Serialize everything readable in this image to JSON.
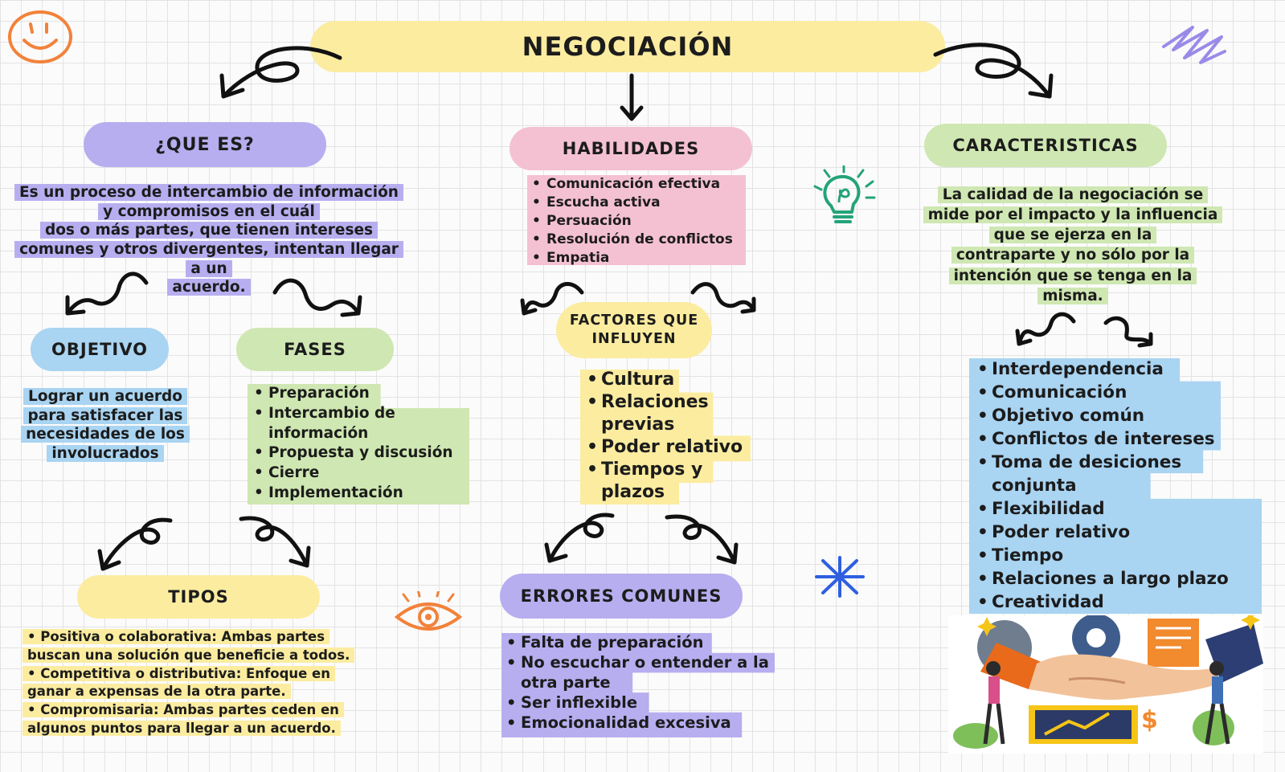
{
  "title": "NEGOCIACIÓN",
  "que_es": {
    "heading": "¿QUE ES?",
    "lines": [
      "Es un proceso de intercambio de información",
      "y compromisos en el cuál",
      "dos o más partes, que tienen intereses",
      "comunes y otros divergentes, intentan llegar",
      "a un",
      "acuerdo."
    ]
  },
  "objetivo": {
    "heading": "OBJETIVO",
    "lines": [
      "Lograr un acuerdo",
      "para satisfacer las",
      "necesidades de los",
      "involucrados"
    ]
  },
  "fases": {
    "heading": "FASES",
    "items": [
      [
        "Preparación"
      ],
      [
        "Intercambio de",
        "información"
      ],
      [
        "Propuesta y discusión"
      ],
      [
        "Cierre"
      ],
      [
        "Implementación"
      ]
    ]
  },
  "tipos": {
    "heading": "TIPOS",
    "lines": [
      "• Positiva o colaborativa: Ambas partes",
      "buscan una solución que beneficie a todos.",
      "• Competitiva o distributiva: Enfoque en",
      "ganar a expensas de la otra parte.",
      "• Compromisaria: Ambas partes ceden en",
      "algunos puntos para llegar a un acuerdo."
    ]
  },
  "habilidades": {
    "heading": "HABILIDADES",
    "items": [
      "Comunicación efectiva",
      "Escucha activa",
      "Persuación",
      "Resolución de conflictos",
      "Empatia"
    ]
  },
  "factores": {
    "heading_lines": [
      "FACTORES QUE",
      "INFLUYEN"
    ],
    "items": [
      [
        "Cultura"
      ],
      [
        "Relaciones",
        "previas"
      ],
      [
        "Poder relativo"
      ],
      [
        "Tiempos y",
        "plazos"
      ]
    ]
  },
  "errores": {
    "heading": "ERRORES COMUNES",
    "items": [
      [
        "Falta de preparación"
      ],
      [
        "No escuchar o entender a la",
        "otra parte"
      ],
      [
        "Ser inflexible"
      ],
      [
        "Emocionalidad excesiva"
      ]
    ]
  },
  "caracteristicas": {
    "heading": "CARACTERISTICAS",
    "lines": [
      "La calidad de la negociación se",
      "mide por el impacto y la influencia",
      "que se ejerza en la",
      "contraparte y no sólo por la",
      "intención que se tenga en la",
      "misma."
    ],
    "items": [
      [
        "Interdependencia"
      ],
      [
        "Comunicación"
      ],
      [
        "Objetivo común"
      ],
      [
        "Conflictos de intereses"
      ],
      [
        "Toma de desiciones",
        "conjunta"
      ],
      [
        "Flexibilidad"
      ],
      [
        "Poder relativo"
      ],
      [
        "Tiempo"
      ],
      [
        "Relaciones a largo plazo"
      ],
      [
        "Creatividad"
      ]
    ]
  },
  "colors": {
    "purple": "#b7aef0",
    "pink": "#f4c1d2",
    "green": "#cfe7b2",
    "blue": "#a9d4f2",
    "yellow": "#fbeca0",
    "orange": "#f2823a",
    "teal": "#25a37a",
    "star_blue": "#2f5fe0"
  },
  "icons": [
    "smiley-icon",
    "scribble-icon",
    "lightbulb-icon",
    "eye-icon",
    "sparkle-icon",
    "handshake-illustration"
  ]
}
